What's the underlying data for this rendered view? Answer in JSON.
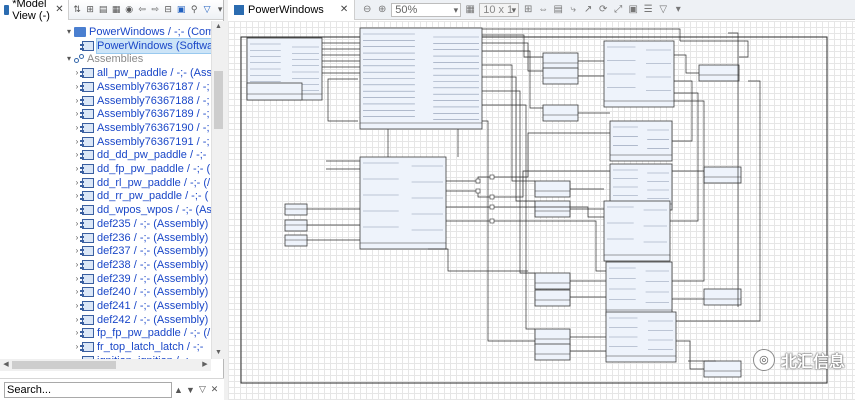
{
  "left_panel": {
    "tab_title": "*Model View (-)",
    "tools": [
      "⇅",
      "⊞",
      "▤",
      "▦",
      "◉",
      "⇦",
      "⇨",
      "⊟",
      "▣",
      "⚲",
      "▽",
      "▾"
    ]
  },
  "tree": [
    {
      "indent": 1,
      "twisty": "▾",
      "icon": "pkg",
      "text": "PowerWindows / -;- (Compo",
      "style": "lnk"
    },
    {
      "indent": 2,
      "twisty": "",
      "icon": "comp",
      "text": "PowerWindows (Software",
      "style": "lnk sel"
    },
    {
      "indent": 1,
      "twisty": "▾",
      "icon": "asm",
      "text": "Assemblies",
      "style": "gry"
    },
    {
      "indent": 2,
      "twisty": "›",
      "icon": "comp",
      "text": "all_pw_paddle / -;- (Ass",
      "style": "lnk"
    },
    {
      "indent": 2,
      "twisty": "›",
      "icon": "comp",
      "text": "Assembly76367187 / -;",
      "style": "lnk"
    },
    {
      "indent": 2,
      "twisty": "›",
      "icon": "comp",
      "text": "Assembly76367188 / -;",
      "style": "lnk"
    },
    {
      "indent": 2,
      "twisty": "›",
      "icon": "comp",
      "text": "Assembly76367189 / -;",
      "style": "lnk"
    },
    {
      "indent": 2,
      "twisty": "›",
      "icon": "comp",
      "text": "Assembly76367190 / -;",
      "style": "lnk"
    },
    {
      "indent": 2,
      "twisty": "›",
      "icon": "comp",
      "text": "Assembly76367191 / -;",
      "style": "lnk"
    },
    {
      "indent": 2,
      "twisty": "›",
      "icon": "comp",
      "text": "dd_dd_pw_paddle / -;-",
      "style": "lnk"
    },
    {
      "indent": 2,
      "twisty": "›",
      "icon": "comp",
      "text": "dd_fp_pw_paddle / -;- (",
      "style": "lnk"
    },
    {
      "indent": 2,
      "twisty": "›",
      "icon": "comp",
      "text": "dd_rl_pw_paddle / -;- (/",
      "style": "lnk"
    },
    {
      "indent": 2,
      "twisty": "›",
      "icon": "comp",
      "text": "dd_rr_pw_paddle / -;- (",
      "style": "lnk"
    },
    {
      "indent": 2,
      "twisty": "›",
      "icon": "comp",
      "text": "dd_wpos_wpos / -;- (As",
      "style": "lnk"
    },
    {
      "indent": 2,
      "twisty": "›",
      "icon": "comp",
      "text": "def235 / -;- (Assembly)",
      "style": "lnk"
    },
    {
      "indent": 2,
      "twisty": "›",
      "icon": "comp",
      "text": "def236 / -;- (Assembly)",
      "style": "lnk"
    },
    {
      "indent": 2,
      "twisty": "›",
      "icon": "comp",
      "text": "def237 / -;- (Assembly)",
      "style": "lnk"
    },
    {
      "indent": 2,
      "twisty": "›",
      "icon": "comp",
      "text": "def238 / -;- (Assembly)",
      "style": "lnk"
    },
    {
      "indent": 2,
      "twisty": "›",
      "icon": "comp",
      "text": "def239 / -;- (Assembly)",
      "style": "lnk"
    },
    {
      "indent": 2,
      "twisty": "›",
      "icon": "comp",
      "text": "def240 / -;- (Assembly)",
      "style": "lnk"
    },
    {
      "indent": 2,
      "twisty": "›",
      "icon": "comp",
      "text": "def241 / -;- (Assembly)",
      "style": "lnk"
    },
    {
      "indent": 2,
      "twisty": "›",
      "icon": "comp",
      "text": "def242 / -;- (Assembly)",
      "style": "lnk"
    },
    {
      "indent": 2,
      "twisty": "›",
      "icon": "comp",
      "text": "fp_fp_pw_paddle / -;- (/",
      "style": "lnk"
    },
    {
      "indent": 2,
      "twisty": "›",
      "icon": "comp",
      "text": "fr_top_latch_latch / -;-",
      "style": "lnk"
    },
    {
      "indent": 2,
      "twisty": "›",
      "icon": "comp",
      "text": "ignition_ignition / -;-",
      "style": "lnk"
    }
  ],
  "search": {
    "value": "Search..."
  },
  "editor": {
    "tab_title": "PowerWindows",
    "zoom": "50%",
    "grid": "10 x 1"
  },
  "watermark": {
    "text": "北汇信息"
  }
}
